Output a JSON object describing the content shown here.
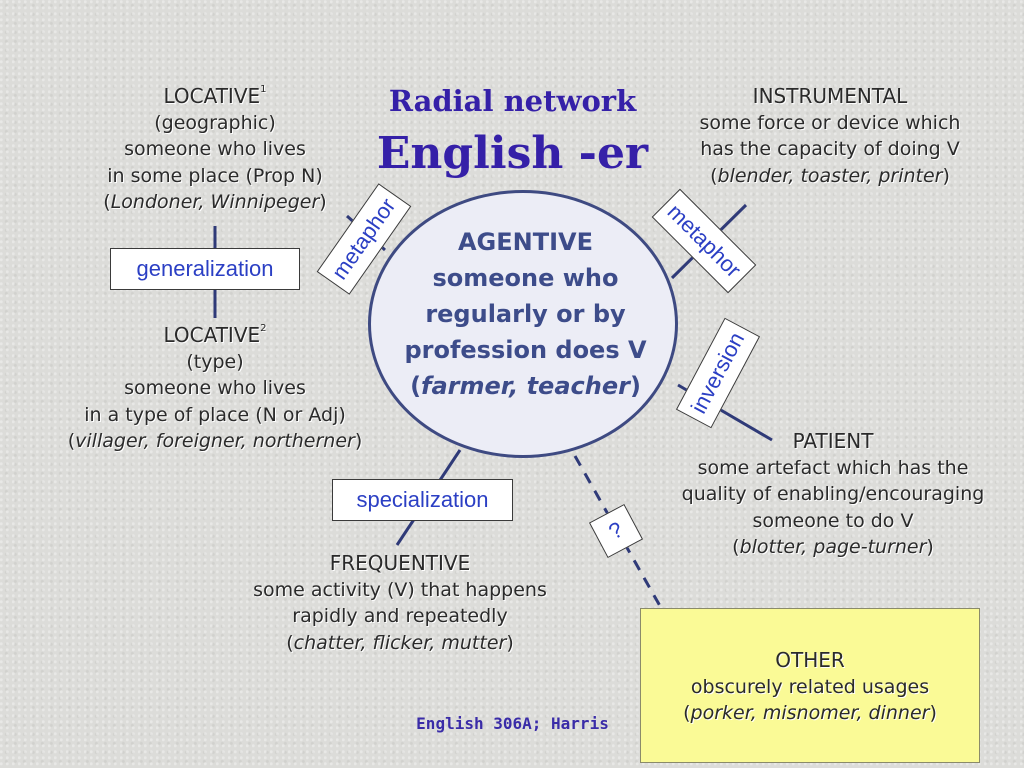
{
  "title": {
    "line1": "Radial network",
    "line2": "English -er"
  },
  "agentive": {
    "lines": [
      "AGENTIVE",
      "someone who",
      "regularly or by",
      "profession does V"
    ],
    "examples": {
      "open": "(",
      "items": "farmer, teacher",
      "close": ")"
    }
  },
  "locative1": {
    "head": "LOCATIVE",
    "sup": "1",
    "lines": [
      "(geographic)",
      "someone who lives",
      "in some place (Prop N)"
    ],
    "examples": {
      "open": "(",
      "items": "Londoner, Winnipeger",
      "close": ")"
    }
  },
  "locative2": {
    "head": "LOCATIVE",
    "sup": "2",
    "lines": [
      "(type)",
      "someone who lives",
      "in a type of place (N or Adj)"
    ],
    "examples": {
      "open": "(",
      "items": "villager, foreigner, northerner",
      "close": ")"
    }
  },
  "instrumental": {
    "head": "INSTRUMENTAL",
    "lines": [
      "some force or device which",
      "has the capacity of doing V"
    ],
    "examples": {
      "open": "(",
      "items": "blender, toaster, printer",
      "close": ")"
    }
  },
  "patient": {
    "head": "PATIENT",
    "lines": [
      "some artefact which has the",
      "quality of enabling/encouraging",
      "someone to do V"
    ],
    "examples": {
      "open": "(",
      "items": "blotter, page-turner",
      "close": ")"
    }
  },
  "frequentive": {
    "head": "FREQUENTIVE",
    "lines": [
      "some activity (V) that happens",
      "rapidly and repeatedly"
    ],
    "examples": {
      "open": "(",
      "items": "chatter, flicker, mutter",
      "close": ")"
    }
  },
  "other": {
    "head": "OTHER",
    "lines": [
      "obscurely related usages"
    ],
    "examples": {
      "open": "(",
      "items": "porker, misnomer, dinner",
      "close": ")"
    }
  },
  "relations": {
    "generalization": "generalization",
    "metaphor_left": "metaphor",
    "metaphor_right": "metaphor",
    "inversion": "inversion",
    "specialization": "specialization",
    "unknown": "?"
  },
  "footer": "English 306A; Harris",
  "colors": {
    "title": "#3520a8",
    "agentive_text": "#3d4c8a",
    "relation_label": "#2b3fc4",
    "link_line": "#2f3a78",
    "other_fill": "#fafa96"
  }
}
